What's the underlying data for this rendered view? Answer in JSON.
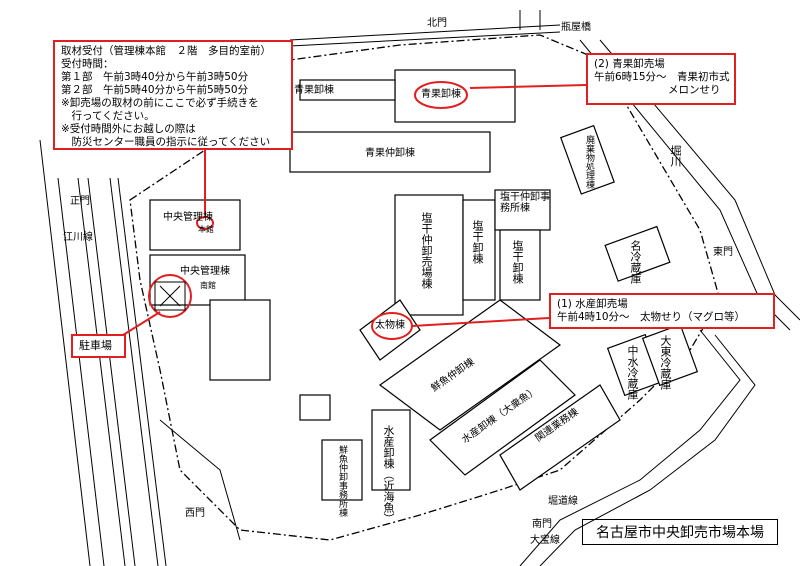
{
  "map": {
    "title": "名古屋市中央卸売市場本場",
    "accent_color": "#e02020",
    "callouts": {
      "reception": {
        "lines": [
          "取材受付（管理棟本館　２階　多目的室前）",
          "受付時間：",
          "第１部　午前3時40分から午前3時50分",
          "第２部　午前5時40分から午前5時50分",
          "※卸売場の取材の前にここで必ず手続きを",
          "　行ってください。",
          "※受付時間外にお越しの際は",
          "　防災センター職員の指示に従ってください"
        ]
      },
      "seika": {
        "lines": [
          "(2) 青果卸売場",
          "午前6時15分～　青果初市式",
          "メロンせり"
        ]
      },
      "suisan": {
        "lines": [
          "(1) 水産卸売場",
          "午前4時10分～　太物せり（マグロ等）"
        ]
      },
      "parking": {
        "label": "駐車場"
      }
    },
    "gates": {
      "north": "北門",
      "east": "東門",
      "south": "南門",
      "west": "西門",
      "main": "正門"
    },
    "roads": {
      "bottle_house": "瓶屋橋",
      "horikawa": "堀川",
      "edagawa": "江川線",
      "sakaimichi": "堀道線",
      "ozone": "大宝線"
    },
    "buildings": {
      "seika_oroshi_top": "青果卸棟",
      "seika_oroshi_left": "青果卸棟",
      "seika_naka": "青果仲卸棟",
      "shiohoshi_naka": "塩干仲卸売場棟",
      "shiohoshi_oroshi": "塩干卸棟",
      "shiohoshi_naka_office": "塩干仲卸事務所棟",
      "shiohoshi_oroshi2": "塩干卸棟",
      "kanri_honkan_label": "中央管理棟",
      "kanri_honkan_sub": "本館",
      "kanri_nanki_label": "中央管理棟",
      "kanri_nanki_sub": "南館",
      "futomono": "太物棟",
      "sengyo_naka": "鮮魚仲卸棟",
      "suisan_oroshi": "水産卸棟（大衆魚）",
      "suisan_oroshi_kinkai": "水産卸棟（近海魚）",
      "kanren_gyomu": "関連業務棟",
      "sengyo_naka_office": "鮮魚仲卸事務所棟",
      "haiki_shori": "廃棄物処理棟",
      "meireizo": "名冷蔵庫",
      "chusui_reizo": "中水冷蔵庫",
      "daito_reizo": "大東冷蔵庫"
    }
  }
}
